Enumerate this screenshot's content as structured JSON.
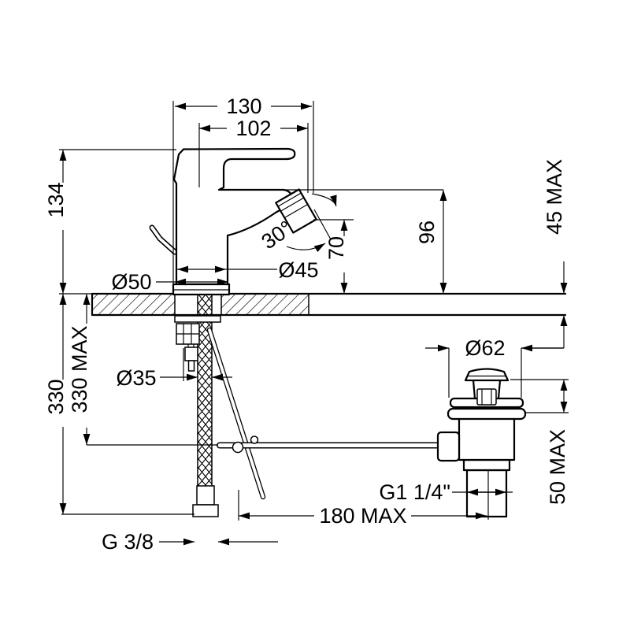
{
  "labels": {
    "dim_130": "130",
    "dim_102": "102",
    "dim_134": "134",
    "angle_30": "30°",
    "dim_70": "70",
    "dim_96": "96",
    "dim_45_max": "45 MAX",
    "dia_50": "Ø50",
    "dia_45": "Ø45",
    "dia_35": "Ø35",
    "dim_330": "330",
    "dim_330_max": "330 MAX",
    "dia_62": "Ø62",
    "dim_50_max": "50 MAX",
    "thread_g114": "G1 1/4\"",
    "dim_180_max": "180 MAX",
    "thread_g38": "G 3/8"
  },
  "colors": {
    "line": "#000000",
    "background": "#ffffff"
  }
}
